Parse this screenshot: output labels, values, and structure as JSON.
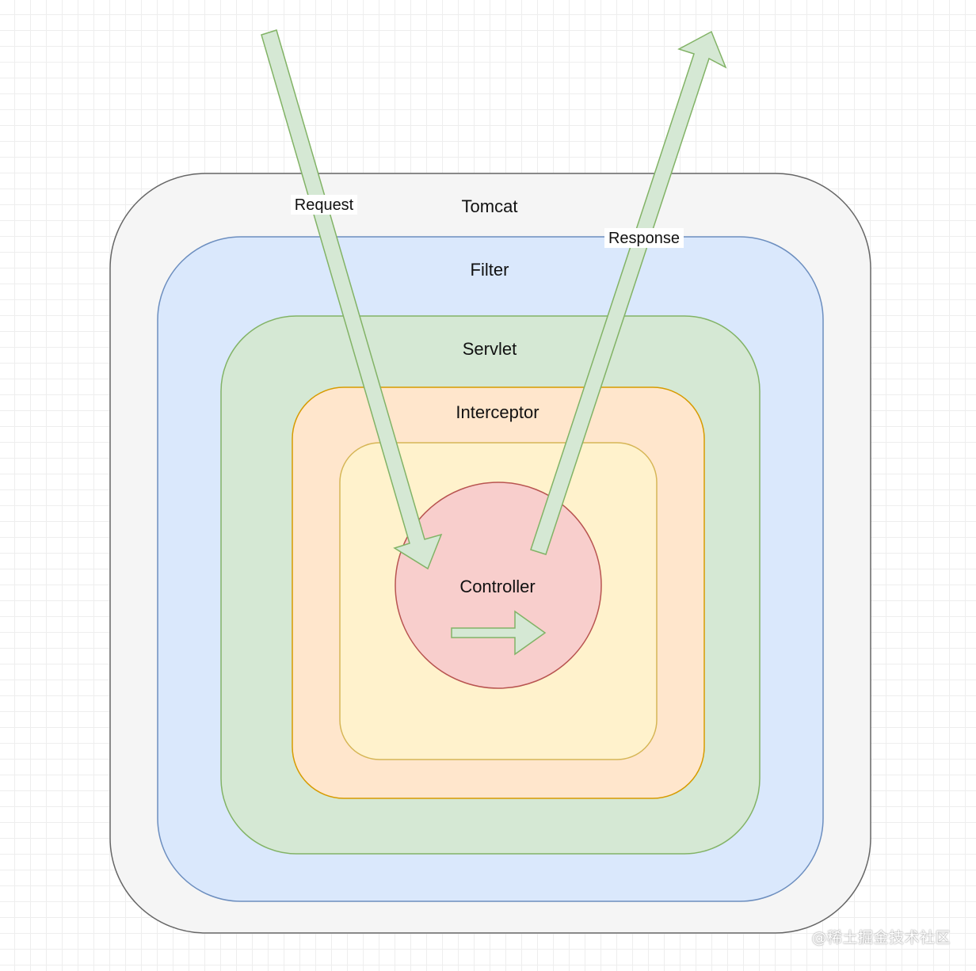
{
  "layers": {
    "tomcat": "Tomcat",
    "filter": "Filter",
    "servlet": "Servlet",
    "interceptor": "Interceptor",
    "controller": "Controller"
  },
  "arrows": {
    "request": "Request",
    "response": "Response"
  },
  "watermark": "@稀土掘金技术社区",
  "colors": {
    "tomcat_fill": "#f5f5f5",
    "tomcat_stroke": "#666666",
    "filter_fill": "#dae8fc",
    "filter_stroke": "#6c8ebf",
    "servlet_fill": "#d5e8d4",
    "servlet_stroke": "#82b366",
    "interceptor_fill": "#ffe6cc",
    "interceptor_stroke": "#d79b00",
    "inner_fill": "#fff2cc",
    "inner_stroke": "#d6b656",
    "controller_fill": "#f8cecc",
    "controller_stroke": "#b85450",
    "arrow_fill": "#d5e8d4",
    "arrow_stroke": "#82b366"
  }
}
